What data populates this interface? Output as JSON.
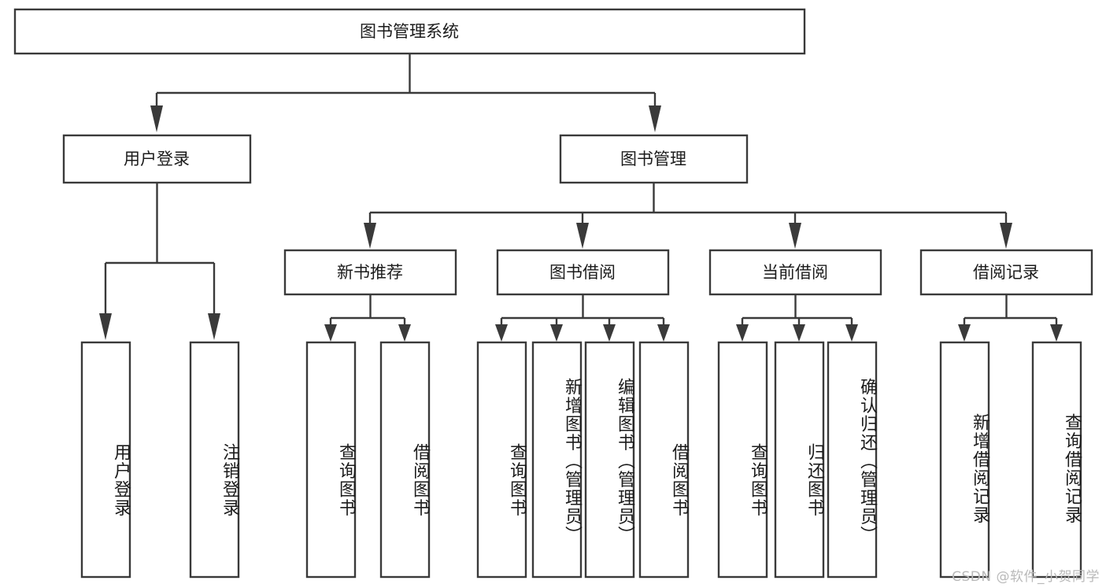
{
  "diagram": {
    "type": "tree",
    "title": "图书管理系统",
    "watermark": "CSDN @软件_小贺同学",
    "colors": {
      "stroke": "#3a3a3a",
      "fill": "#ffffff",
      "text": "#1b1b1b",
      "watermark": "#b9b9b9",
      "background": "#ffffff"
    },
    "root": {
      "label": "图书管理系统",
      "level": 0
    },
    "level1": [
      {
        "id": "user-login",
        "label": "用户登录"
      },
      {
        "id": "book-manage",
        "label": "图书管理"
      }
    ],
    "level2": [
      {
        "id": "new-book-recommend",
        "label": "新书推荐",
        "parent": "book-manage"
      },
      {
        "id": "book-borrow",
        "label": "图书借阅",
        "parent": "book-manage"
      },
      {
        "id": "current-borrow",
        "label": "当前借阅",
        "parent": "book-manage"
      },
      {
        "id": "borrow-record",
        "label": "借阅记录",
        "parent": "book-manage"
      }
    ],
    "leaves": [
      {
        "id": "leaf-user-login",
        "label": "用户登录",
        "parent": "user-login"
      },
      {
        "id": "leaf-logout-login",
        "label": "注销登录",
        "parent": "user-login"
      },
      {
        "id": "leaf-query-book-1",
        "label": "查询图书",
        "parent": "new-book-recommend"
      },
      {
        "id": "leaf-borrow-book-1",
        "label": "借阅图书",
        "parent": "new-book-recommend"
      },
      {
        "id": "leaf-query-book-2",
        "label": "查询图书",
        "parent": "book-borrow"
      },
      {
        "id": "leaf-add-book",
        "label": "新增图书（管理员）",
        "parent": "book-borrow"
      },
      {
        "id": "leaf-edit-book",
        "label": "编辑图书（管理员）",
        "parent": "book-borrow"
      },
      {
        "id": "leaf-borrow-book-2",
        "label": "借阅图书",
        "parent": "book-borrow"
      },
      {
        "id": "leaf-query-book-3",
        "label": "查询图书",
        "parent": "current-borrow"
      },
      {
        "id": "leaf-return-book",
        "label": "归还图书",
        "parent": "current-borrow"
      },
      {
        "id": "leaf-confirm-return",
        "label": "确认归还（管理员）",
        "parent": "current-borrow"
      },
      {
        "id": "leaf-add-record",
        "label": "新增借阅记录",
        "parent": "borrow-record"
      },
      {
        "id": "leaf-query-record",
        "label": "查询借阅记录",
        "parent": "borrow-record"
      }
    ]
  }
}
